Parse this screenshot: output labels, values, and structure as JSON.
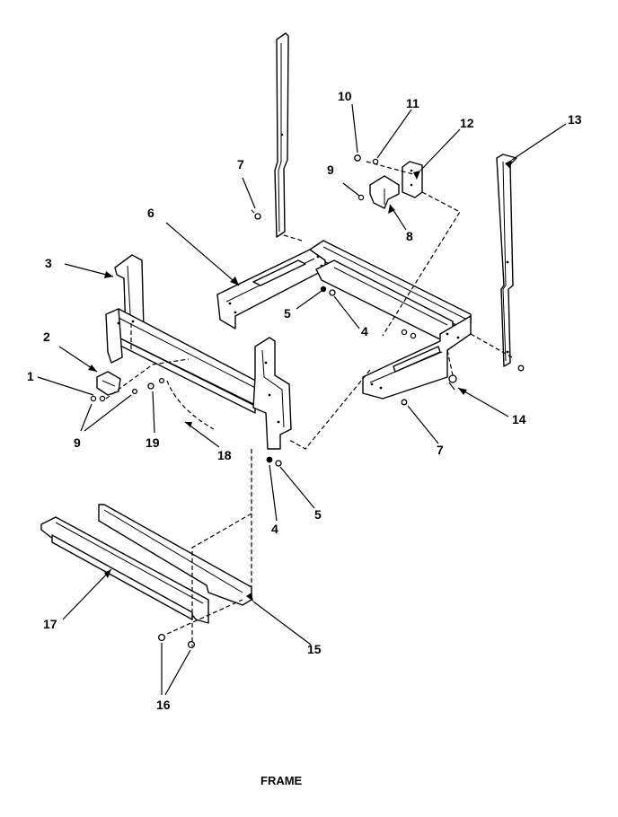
{
  "diagram": {
    "caption": "FRAME",
    "callouts": [
      "1",
      "2",
      "3",
      "4",
      "5",
      "6",
      "7",
      "8",
      "9",
      "10",
      "11",
      "12",
      "13",
      "14",
      "15",
      "16",
      "17",
      "18",
      "19"
    ],
    "repeat_labels": {
      "lbl_4b": "4",
      "lbl_5b": "5",
      "lbl_7b": "7",
      "lbl_9b": "9"
    }
  }
}
